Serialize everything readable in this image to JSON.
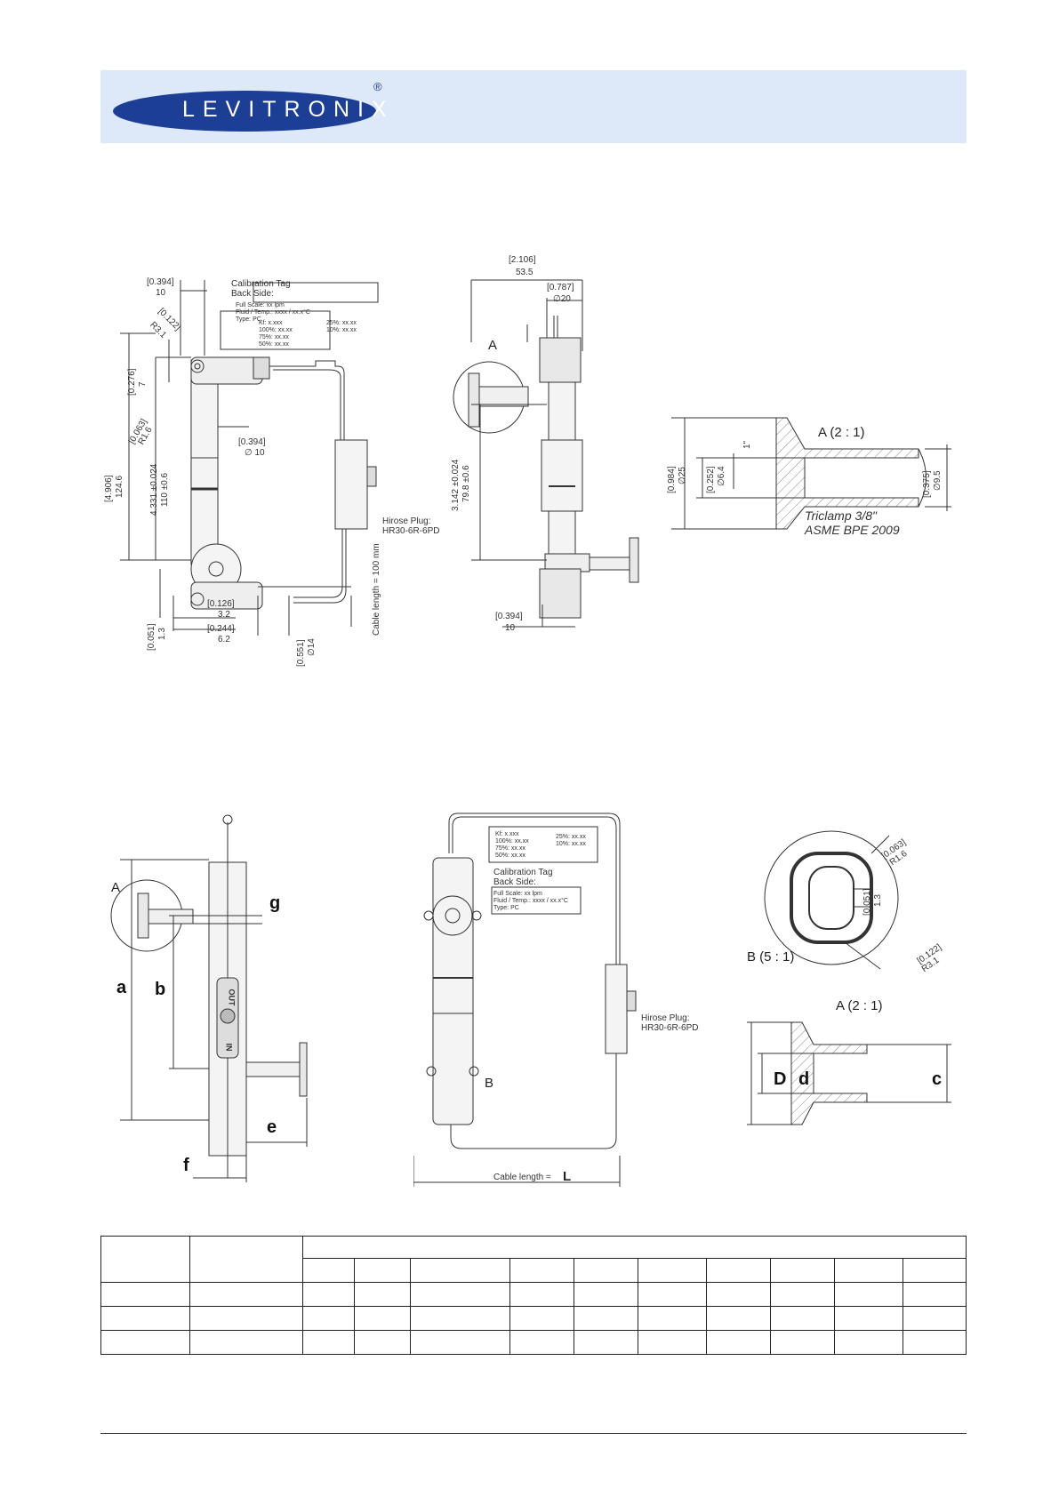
{
  "header": {
    "brand": "LEVITRONIX",
    "registered": "®",
    "band_color": "#dde8f8",
    "logo_color": "#1c3f95"
  },
  "drawing_top_left": {
    "dim_width_in": "[0.394]",
    "dim_width_mm": "10",
    "calibration_title": "Calibration Tag\nBack Side:",
    "calib_back_lines": "Full Scale: xx lpm\nFluid / Temp.: xxxx / xx.x°C\nType: PC",
    "calib_front_left": "Kf: x.xxx\n100%: xx.xx\n75%: xx.xx\n50%: xx.xx",
    "calib_front_right": "25%: xx.xx\n10%: xx.xx",
    "radius_in": "[0.122]",
    "radius_mm": "R3.1",
    "dim_276_in": "[0.276]",
    "dim_276_mm": "7",
    "dim_063_in": "[0.063]",
    "dim_063_mm": "R1.6",
    "dia_in": "[0.394]",
    "dia_mm": "∅ 10",
    "total_in": "[4.906]",
    "total_mm": "124.6",
    "center_in": "4.331 ±0.024",
    "center_mm": "110 ±0.6",
    "plug_label": "Hirose Plug:\nHR30-6R-6PD",
    "cable_length": "Cable length = 100 mm",
    "dim_051_in": "[0.051]",
    "dim_051_mm": "1.3",
    "dim_126_in": "[0.126]",
    "dim_126_mm": "3.2",
    "dim_244_in": "[0.244]",
    "dim_244_mm": "6.2",
    "dim_551_in": "[0.551]",
    "dim_551_mm": "∅14"
  },
  "drawing_top_mid": {
    "overall_in": "[2.106]",
    "overall_mm": "53.5",
    "flange_in": "[0.787]",
    "flange_mm": "∅20",
    "detail_marker": "A",
    "center_in": "3.142 ±0.024",
    "center_mm": "79.8 ±0.6",
    "bottom_in": "[0.394]",
    "bottom_mm": "10"
  },
  "drawing_top_right": {
    "detail_title": "A  (2 : 1)",
    "dim_984_in": "[0.984]",
    "dim_984_mm": "∅25",
    "dim_252_in": "[0.252]",
    "dim_252_mm": "∅6.4",
    "dim_inch": "1\"",
    "dim_375_in": "[0.375]",
    "dim_375_mm": "∅9.5",
    "triclamp": "Triclamp 3/8\"\nASME BPE 2009"
  },
  "drawing_bottom_left": {
    "detail_marker": "A",
    "label_a": "a",
    "label_b": "b",
    "label_e": "e",
    "label_f": "f",
    "label_g": "g",
    "out_text": "OUT",
    "in_text": "IN"
  },
  "drawing_bottom_mid": {
    "calib_front_left": "Kf: x.xxx\n100%: xx.xx\n75%: xx.xx\n50%: xx.xx",
    "calib_front_right": "25%: xx.xx\n10%: xx.xx",
    "calibration_title": "Calibration Tag\nBack Side:",
    "calib_back_lines": "Full Scale: xx lpm\nFluid / Temp.: xxxx / xx.x°C\nType: PC",
    "plug_label": "Hirose Plug:\nHR30-6R-6PD",
    "marker_b": "B",
    "cable_label": "Cable length =",
    "cable_var": "L"
  },
  "drawing_bottom_right": {
    "detail_b": "B (5 : 1)",
    "r16_in": "[0.063]",
    "r16_mm": "R1.6",
    "d051_in": "[0.051]",
    "d051_mm": "1.3",
    "r31_in": "[0.122]",
    "r31_mm": "R3.1",
    "detail_a": "A  (2 : 1)",
    "label_D": "D",
    "label_d": "d",
    "label_c": "c"
  }
}
